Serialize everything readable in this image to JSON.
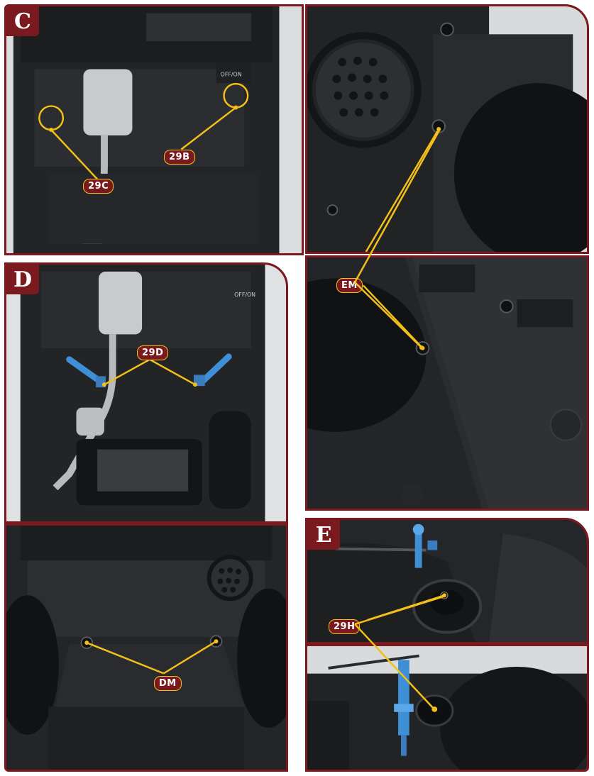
{
  "steps": {
    "c": "C",
    "d": "D",
    "e": "E"
  },
  "callouts": {
    "c_left": "29C",
    "c_right": "29B",
    "em": "EM",
    "d": "29D",
    "dm": "DM",
    "e": "29H"
  },
  "switch_label": "OFF/ON",
  "colors": {
    "frame": "#7a1a1e",
    "leader": "#f3c019",
    "part_blue": "#3f8fd6",
    "plastic": "#2b2c2e",
    "mat": "#e6e7e8"
  }
}
